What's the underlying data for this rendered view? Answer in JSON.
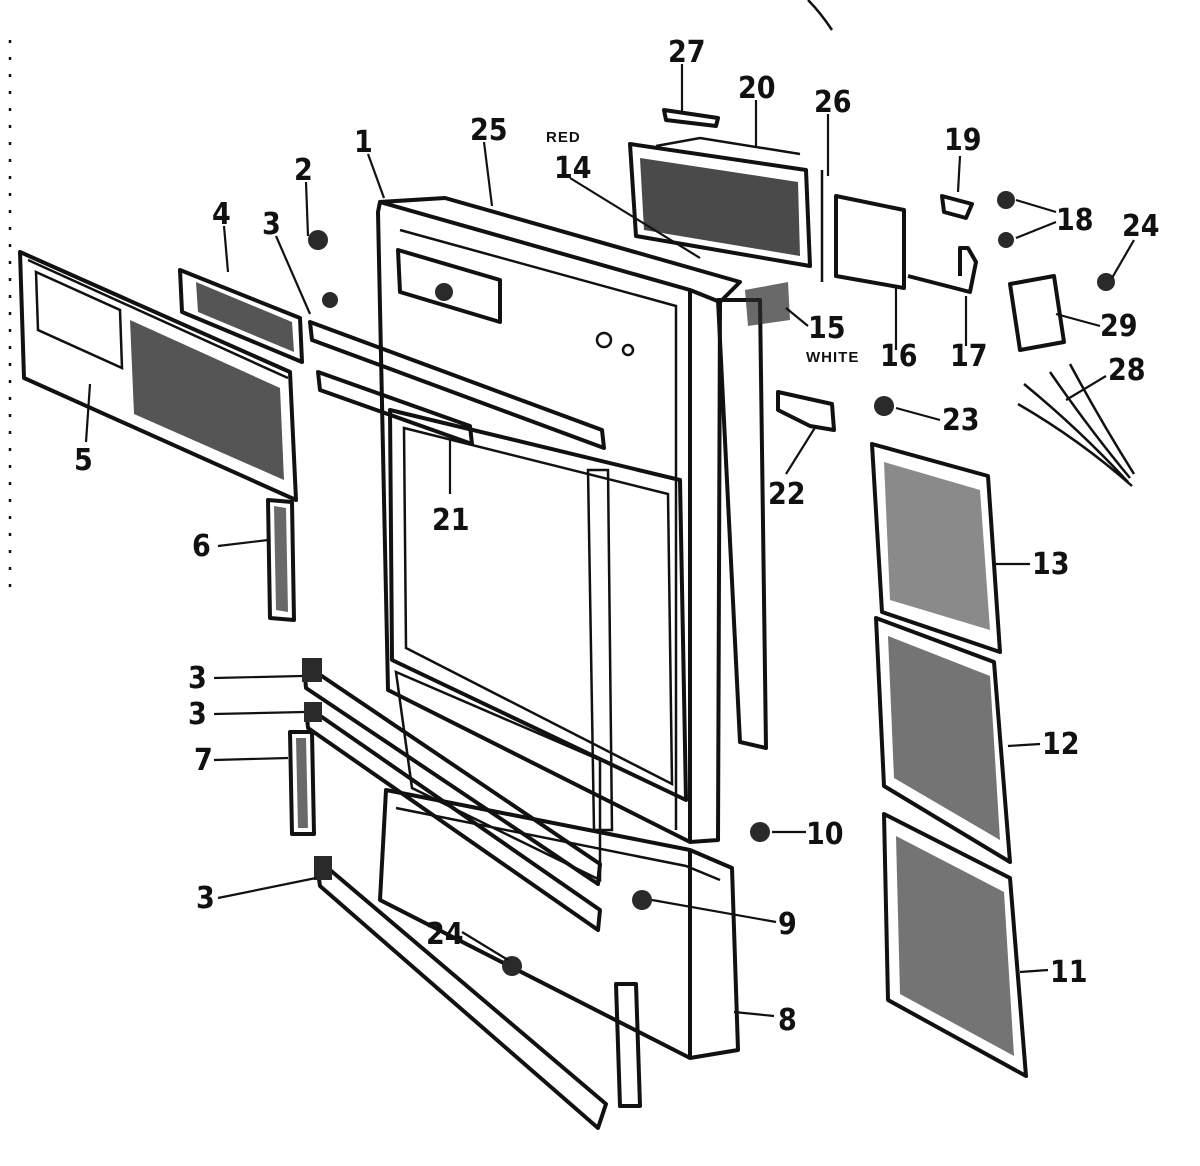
{
  "diagram": {
    "wire_labels": {
      "red": "RED",
      "white": "WHITE"
    },
    "part_labels": {
      "p1": "1",
      "p2": "2",
      "p3a": "3",
      "p3b": "3",
      "p3c": "3",
      "p3d": "3",
      "p4": "4",
      "p5": "5",
      "p6": "6",
      "p7": "7",
      "p8": "8",
      "p9": "9",
      "p10": "10",
      "p11": "11",
      "p12": "12",
      "p13": "13",
      "p14": "14",
      "p15": "15",
      "p16": "16",
      "p17": "17",
      "p18": "18",
      "p19": "19",
      "p20": "20",
      "p21": "21",
      "p22": "22",
      "p23": "23",
      "p24a": "24",
      "p24b": "24",
      "p25": "25",
      "p26": "26",
      "p27": "27",
      "p28": "28",
      "p29": "29"
    }
  }
}
